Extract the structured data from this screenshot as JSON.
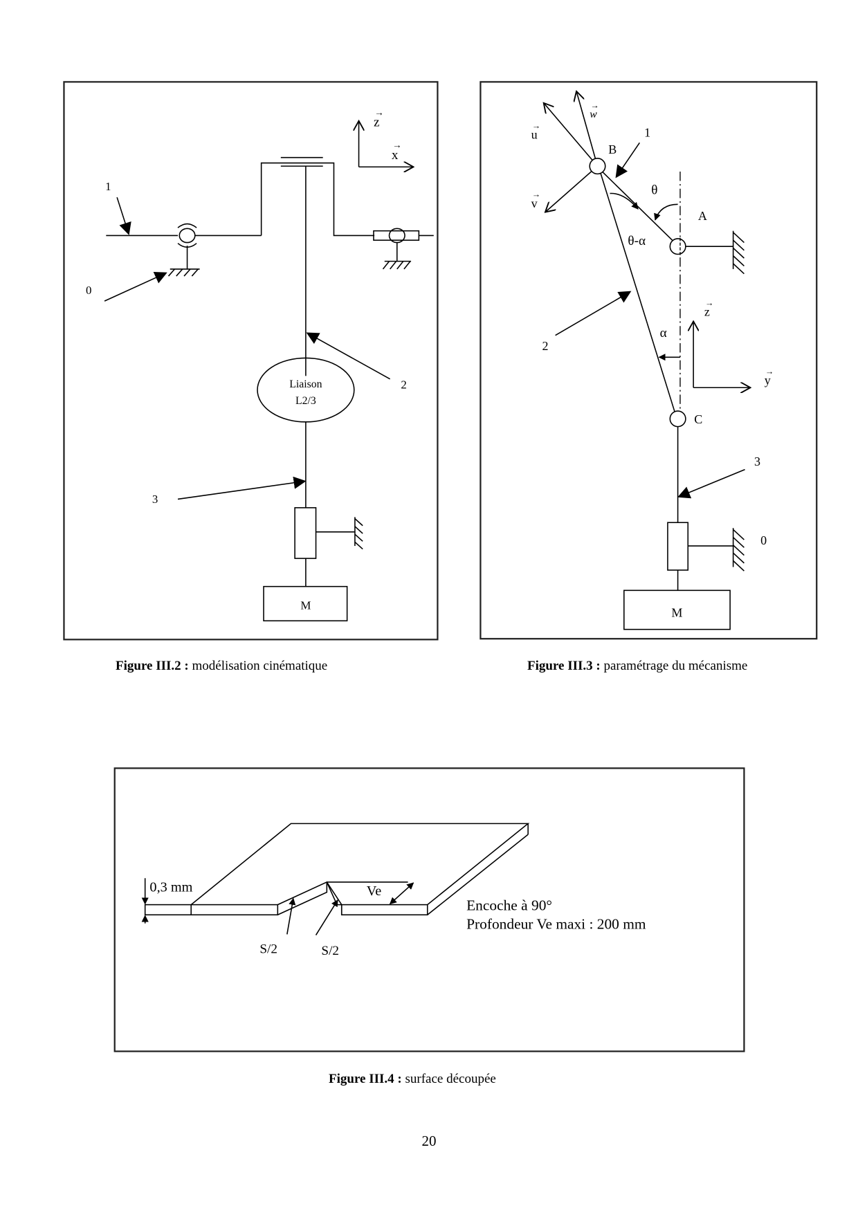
{
  "figures": [
    {
      "id": "III.2",
      "caption_label": "Figure III.2 :",
      "caption_text": " modélisation cinématique",
      "labels": {
        "part_1": "1",
        "part_0": "0",
        "part_2": "2",
        "part_3": "3",
        "axis_z": "z",
        "axis_x": "x",
        "vec_arrow": "→",
        "liaison_line1": "Liaison",
        "liaison_line2": "L2/3",
        "mass": "M"
      }
    },
    {
      "id": "III.3",
      "caption_label": "Figure III.3 :",
      "caption_text": " paramétrage du mécanisme",
      "labels": {
        "vec_u": "u",
        "vec_w": "w",
        "vec_v": "v",
        "vec_arrow": "→",
        "point_B": "B",
        "point_A": "A",
        "point_C": "C",
        "part_1": "1",
        "part_2": "2",
        "part_3": "3",
        "part_0": "0",
        "angle_theta": "θ",
        "angle_theta_minus_alpha": "θ-α",
        "angle_alpha": "α",
        "axis_z": "z",
        "axis_y": "y",
        "mass": "M"
      }
    },
    {
      "id": "III.4",
      "caption_label": "Figure III.4 :",
      "caption_text": " surface découpée",
      "labels": {
        "thickness": "0,3 mm",
        "ve": "Ve",
        "s_half_left": "S/2",
        "s_half_right": "S/2",
        "note_line1": "Encoche à 90°",
        "note_line2": "Profondeur Ve maxi : 200 mm"
      }
    }
  ],
  "page_number": "20"
}
